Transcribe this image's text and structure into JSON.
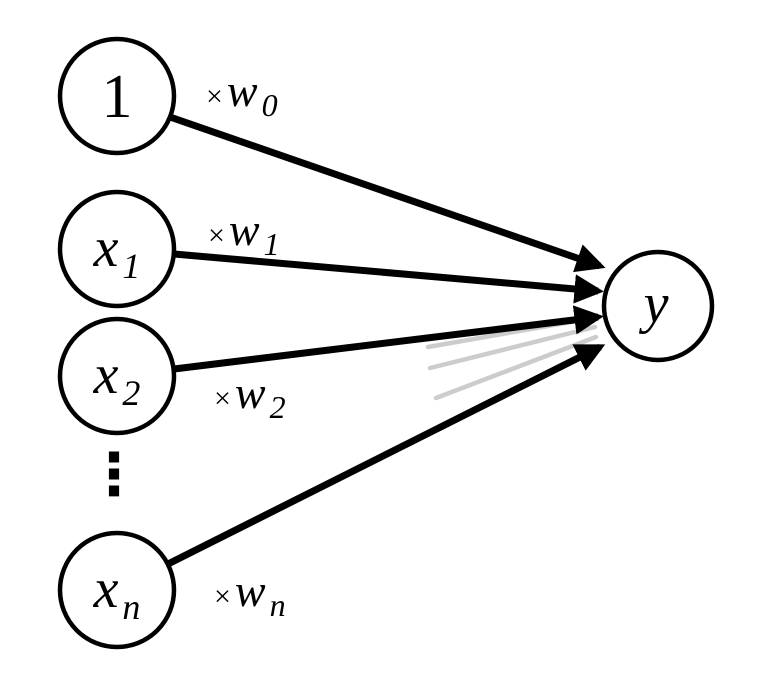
{
  "diagram": {
    "kind": "single-neuron-network-diagram",
    "ellipsis": "⋮"
  },
  "nodes": {
    "inputs": [
      {
        "id": "bias",
        "base": "1",
        "sub": ""
      },
      {
        "id": "x1",
        "base": "x",
        "sub": "1"
      },
      {
        "id": "x2",
        "base": "x",
        "sub": "2"
      },
      {
        "id": "xn",
        "base": "x",
        "sub": "n"
      }
    ],
    "output": {
      "id": "y",
      "base": "y",
      "sub": ""
    }
  },
  "weights": [
    {
      "id": "w0",
      "times": "×",
      "base": "w",
      "sub": "0"
    },
    {
      "id": "w1",
      "times": "×",
      "base": "w",
      "sub": "1"
    },
    {
      "id": "w2",
      "times": "×",
      "base": "w",
      "sub": "2"
    },
    {
      "id": "wn",
      "times": "×",
      "base": "w",
      "sub": "n"
    }
  ],
  "colors": {
    "background": "#ffffff",
    "node_fill": "#ffffff",
    "node_stroke": "#000000",
    "edge": "#000000",
    "faded_edge": "#cccccc",
    "text": "#000000"
  }
}
